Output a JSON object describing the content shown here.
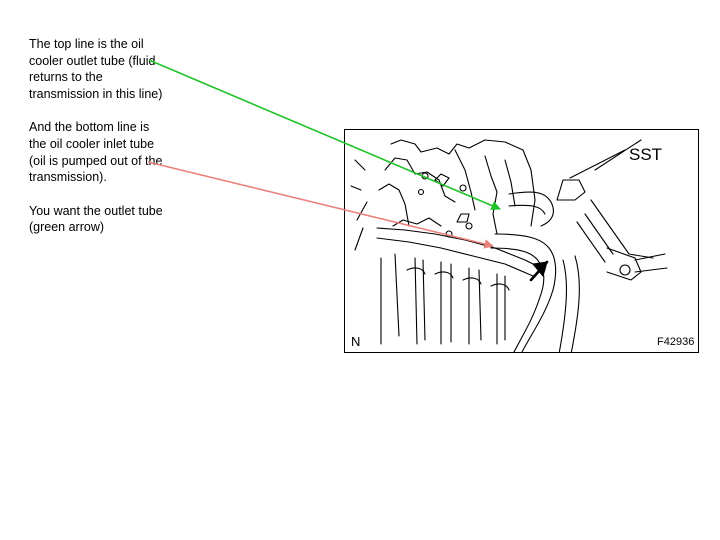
{
  "notes": [
    "The top line is the oil cooler outlet tube (fluid returns to the transmission in this line)",
    "And the bottom line is the oil cooler inlet tube (oil is pumped out of the transmission).",
    "You want the outlet tube (green arrow)"
  ],
  "figure": {
    "tool_label": "SST",
    "orientation_label": "N",
    "figure_code": "F42936"
  },
  "colors": {
    "outlet_arrow": "#22c22a",
    "inlet_arrow": "#e8827a",
    "drawing_line": "#000000"
  }
}
